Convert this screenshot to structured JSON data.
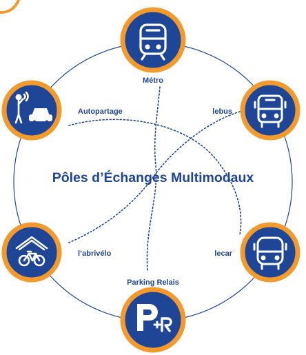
{
  "title": "Pôles d’Échanges Multimodaux",
  "colors": {
    "navy": "#1f4596",
    "orange": "#f29a2e",
    "white": "#ffffff",
    "label": "#1f4596"
  },
  "nodes": [
    {
      "id": "metro",
      "label": "Métro",
      "icon": "metro-train-icon"
    },
    {
      "id": "autopartage",
      "label": "Autopartage",
      "icon": "car-sharing-icon"
    },
    {
      "id": "lebus",
      "label": "lebus",
      "icon": "city-bus-icon"
    },
    {
      "id": "labrivelo",
      "label": "l’abrivélo",
      "icon": "bike-shelter-icon"
    },
    {
      "id": "lecar",
      "label": "lecar",
      "icon": "coach-icon"
    },
    {
      "id": "parking",
      "label": "Parking Relais",
      "icon": "park-and-ride-icon"
    }
  ]
}
